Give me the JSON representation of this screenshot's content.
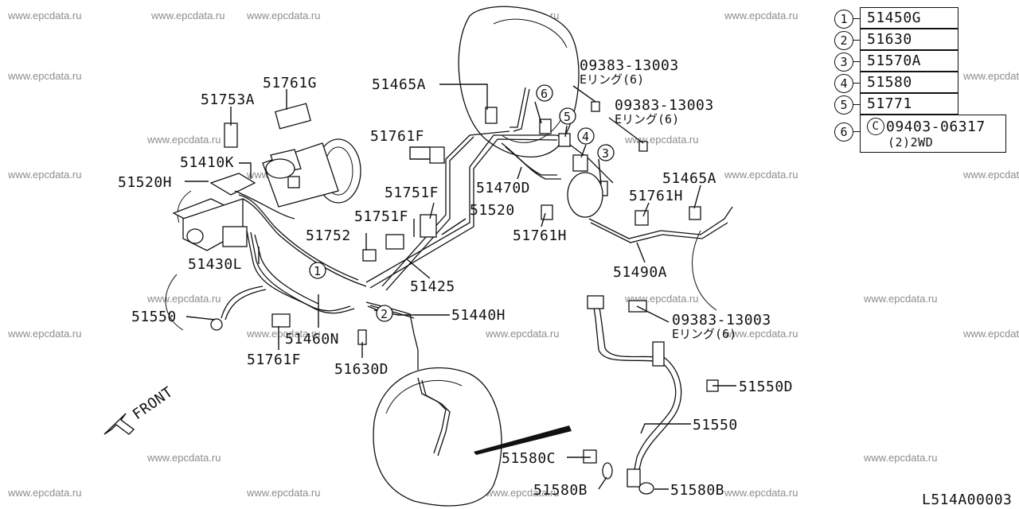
{
  "watermark": "www.epcdata.ru",
  "figure_code": "L514A00003",
  "front_label": "FRONT",
  "legend": [
    {
      "num": "1",
      "part": "51450G"
    },
    {
      "num": "2",
      "part": "51630"
    },
    {
      "num": "3",
      "part": "51570A"
    },
    {
      "num": "4",
      "part": "51580"
    },
    {
      "num": "5",
      "part": "51771"
    },
    {
      "num": "6",
      "part": "09403-06317",
      "prefix": "C",
      "note": "(2)2WD"
    }
  ],
  "labels": {
    "p51761G": "51761G",
    "p51753A": "51753A",
    "p51410K": "51410K",
    "p51520H": "51520H",
    "p51430L": "51430L",
    "p51550_left": "51550",
    "p51460N": "51460N",
    "p51761F_bottom": "51761F",
    "p51630D": "51630D",
    "p51752": "51752",
    "p51751F_a": "51751F",
    "p51751F_b": "51751F",
    "p51520": "51520",
    "p51425": "51425",
    "p51440H": "51440H",
    "p51465A_top": "51465A",
    "p51761F_mid": "51761F",
    "p51470D": "51470D",
    "p51761H_a": "51761H",
    "p51761H_b": "51761H",
    "p51465A_right": "51465A",
    "p51490A": "51490A",
    "p09383_a": "09383-13003",
    "p09383_a_note": "Eリング(6)",
    "p09383_b": "09383-13003",
    "p09383_b_note": "Eリング(6)",
    "p09383_c": "09383-13003",
    "p09383_c_note": "Eリング(6)",
    "p51550D": "51550D",
    "p51550_right": "51550",
    "p51580C": "51580C",
    "p51580B_a": "51580B",
    "p51580B_b": "51580B",
    "callout_6": "6",
    "callout_5": "5",
    "callout_4": "4",
    "callout_3": "3",
    "callout_1": "1",
    "callout_2": "2"
  }
}
